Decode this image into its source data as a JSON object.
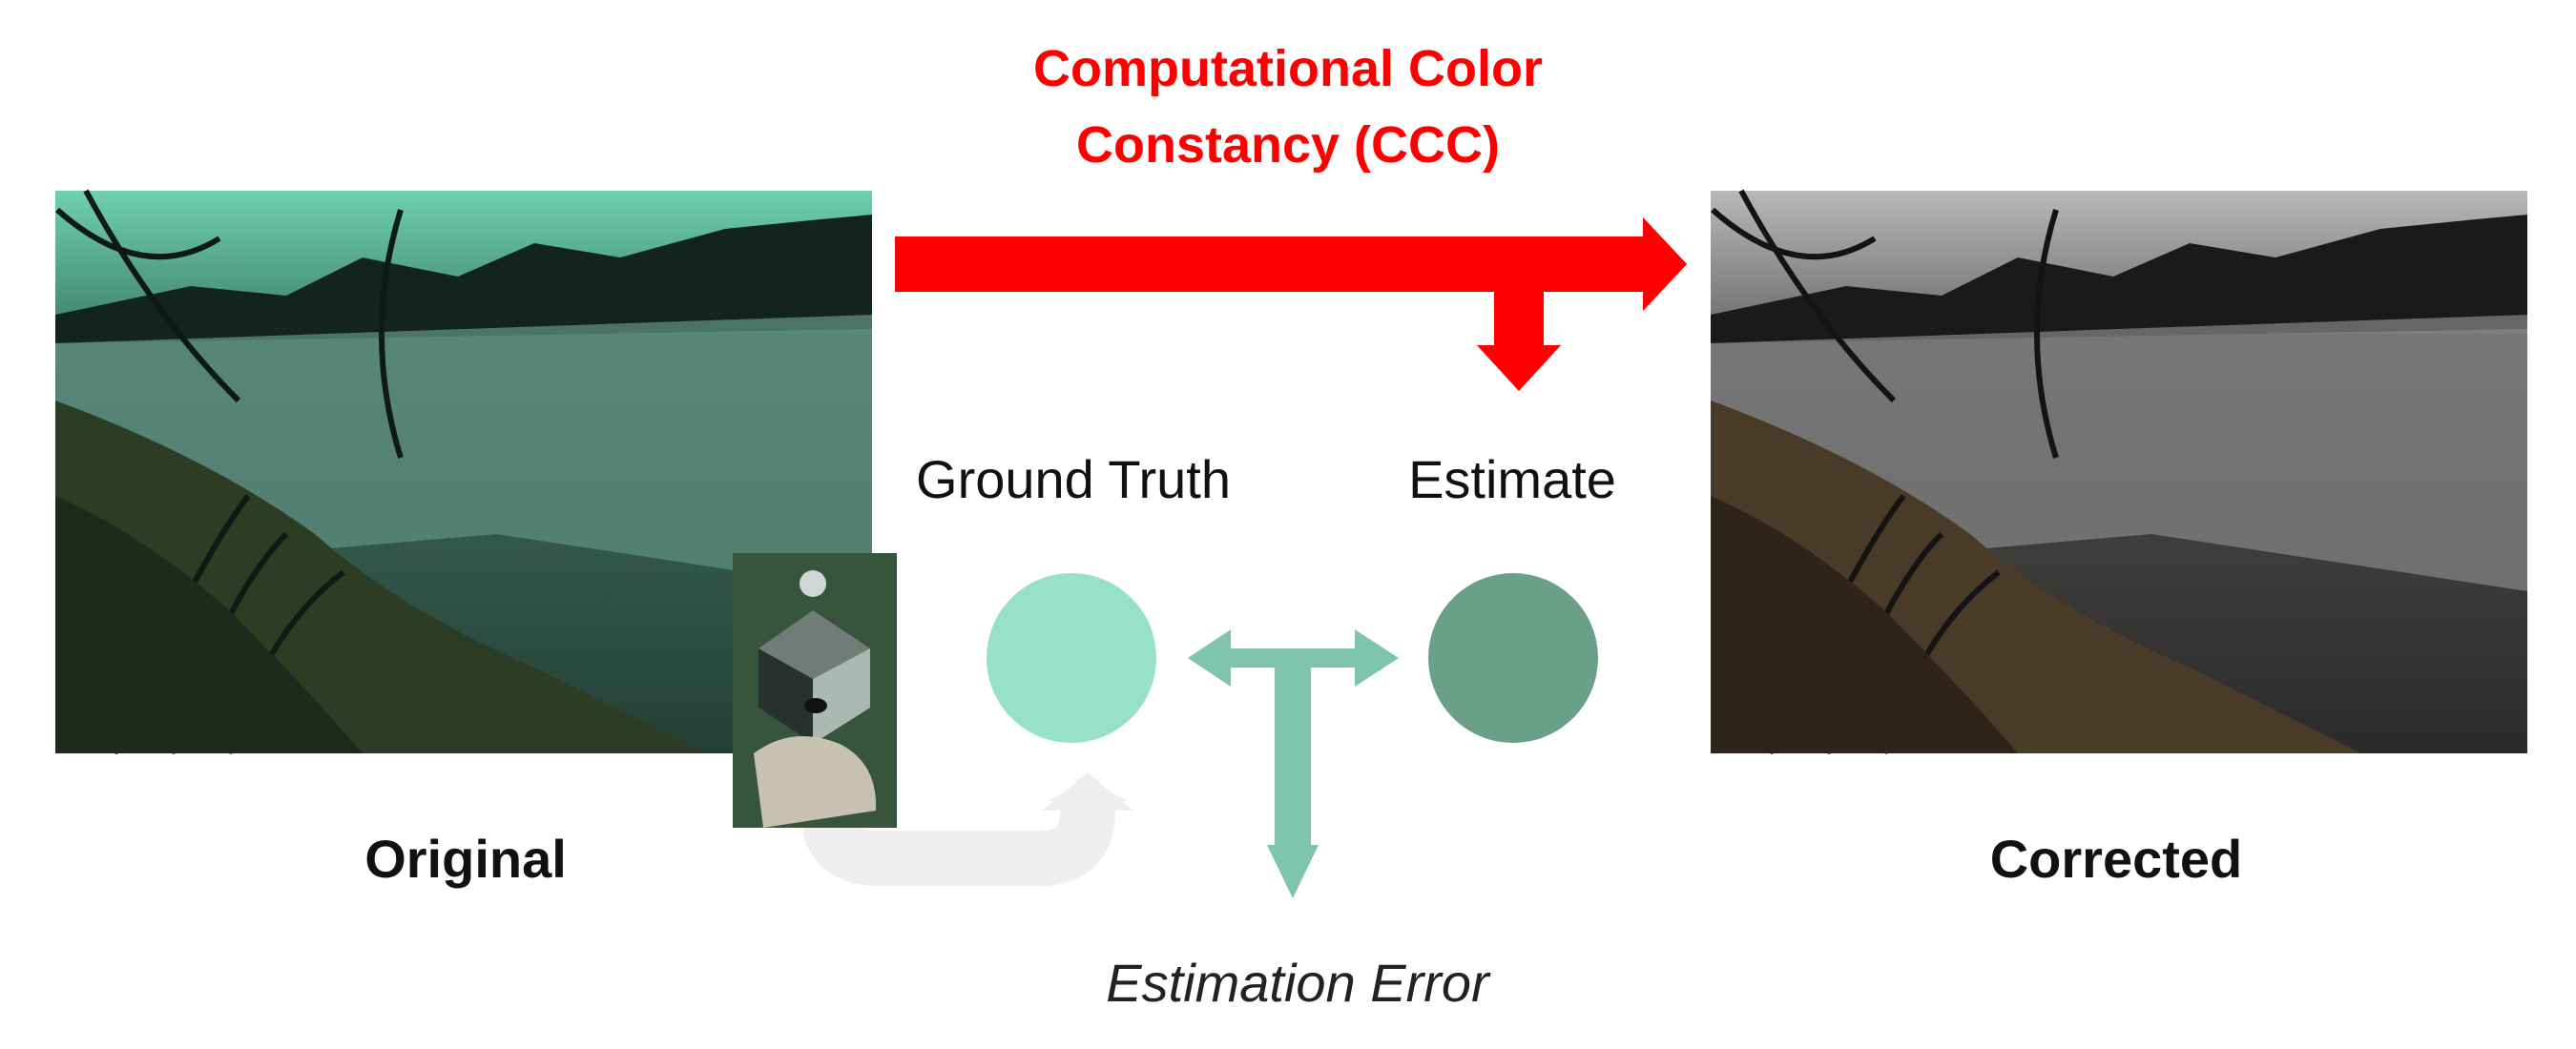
{
  "title": "Computational Color Constancy (CCC)",
  "labels": {
    "original": "Original",
    "corrected": "Corrected",
    "ground_truth": "Ground Truth",
    "estimate": "Estimate",
    "estimation_error": "Estimation Error"
  },
  "colors": {
    "ccc_arrow": "#ff0000",
    "ground_truth_swatch": "#97e1c7",
    "estimate_swatch": "#6a9f8a",
    "error_arrow": "#7fc4ad",
    "flow_arrow": "#efefef",
    "original_tint": "#2f5d4e",
    "corrected_tint": "#3c3a37"
  },
  "icons": {
    "original_photo": "forest-lake-photo-green-cast",
    "corrected_photo": "forest-lake-photo-neutral",
    "calibration_target": "gray-cube-color-checker-photo"
  }
}
